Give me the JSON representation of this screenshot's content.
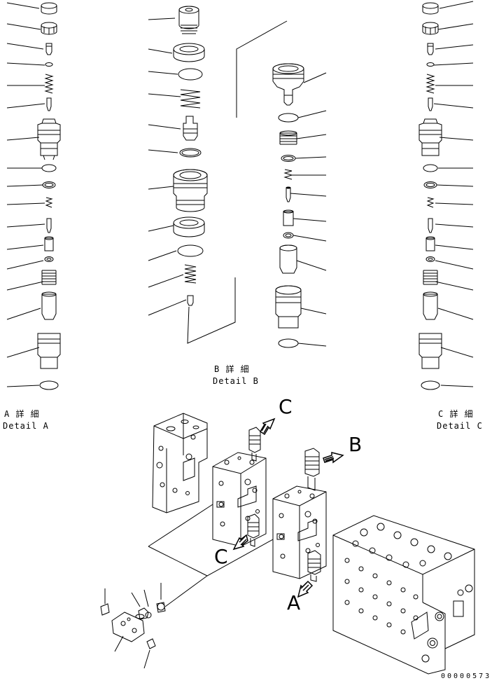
{
  "detail_a": {
    "jp": "A 詳 細",
    "en": "Detail A"
  },
  "detail_b": {
    "jp": "B 詳 細",
    "en": "Detail B"
  },
  "detail_c": {
    "jp": "C 詳 細",
    "en": "Detail C"
  },
  "callouts": {
    "a": "A",
    "b": "B",
    "c_top": "C",
    "c_lower": "C"
  },
  "drawing_code": "00000573"
}
